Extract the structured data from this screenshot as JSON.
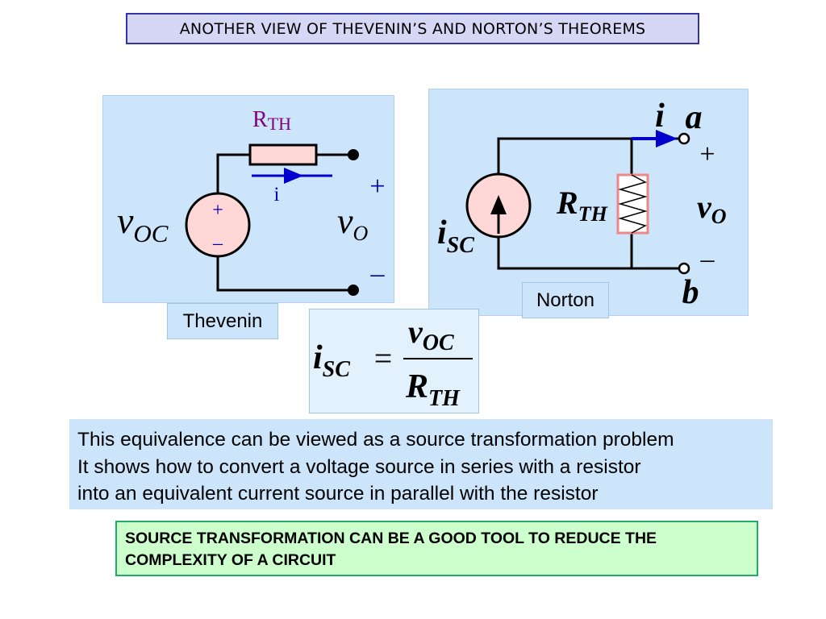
{
  "title": "ANOTHER VIEW OF THEVENIN’S AND NORTON’S THEOREMS",
  "thevenin": {
    "label": "Thevenin",
    "resistor_label": {
      "main": "R",
      "sub": "TH"
    },
    "current_label": "i",
    "source_label": {
      "main": "v",
      "sub": "OC"
    },
    "source_plus": "+",
    "source_minus": "–",
    "output_label": {
      "main": "v",
      "sub": "O"
    },
    "output_plus": "+",
    "output_minus": "–"
  },
  "norton": {
    "label": "Norton",
    "current_label": "i",
    "terminal_a": "a",
    "terminal_b": "b",
    "resistor_label": {
      "main": "R",
      "sub": "TH"
    },
    "source_label": {
      "main": "i",
      "sub": "SC"
    },
    "output_label": {
      "main": "v",
      "sub": "O"
    },
    "output_plus": "+",
    "output_minus": "–"
  },
  "formula": {
    "lhs": {
      "main": "i",
      "sub": "SC"
    },
    "equals": "=",
    "numerator": {
      "main": "v",
      "sub": "OC"
    },
    "denominator": {
      "main": "R",
      "sub": "TH"
    }
  },
  "description_lines": [
    "This equivalence can be viewed as a source transformation problem",
    "It shows how to convert a voltage source in series with a resistor",
    "into an equivalent current  source in parallel with the resistor"
  ],
  "conclusion": "SOURCE TRANSFORMATION CAN BE A GOOD TOOL TO REDUCE THE COMPLEXITY OF A CIRCUIT",
  "colors": {
    "wire": "#000000",
    "current_arrow": "#0000cc",
    "source_fill": "#ffd7d7",
    "resistor_fill": "#ffd7d7",
    "resistor_label": "#800080",
    "polarity": "#0000aa"
  }
}
